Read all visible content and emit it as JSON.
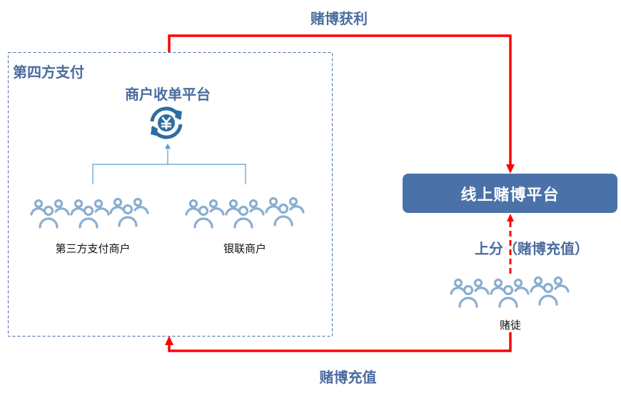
{
  "top_flow_label": "赌博获利",
  "bottom_flow_label": "赌博充值",
  "fourth_party": {
    "title": "第四方支付",
    "platform": "商户收单平台",
    "platform_icon": "yuan-exchange-icon",
    "groups": [
      {
        "label": "第三方支付商户",
        "icon": "people-group-icon"
      },
      {
        "label": "银联商户",
        "icon": "people-group-icon"
      }
    ]
  },
  "gambling_platform": "线上赌博平台",
  "recharge_label": "上分（赌博充值）",
  "gamblers_label": "赌徒",
  "colors": {
    "flow": "#ff0000",
    "accent": "#4a72a8",
    "text": "#4a6c9e",
    "people": "#8aaed0",
    "connector": "#5b9bd5"
  }
}
